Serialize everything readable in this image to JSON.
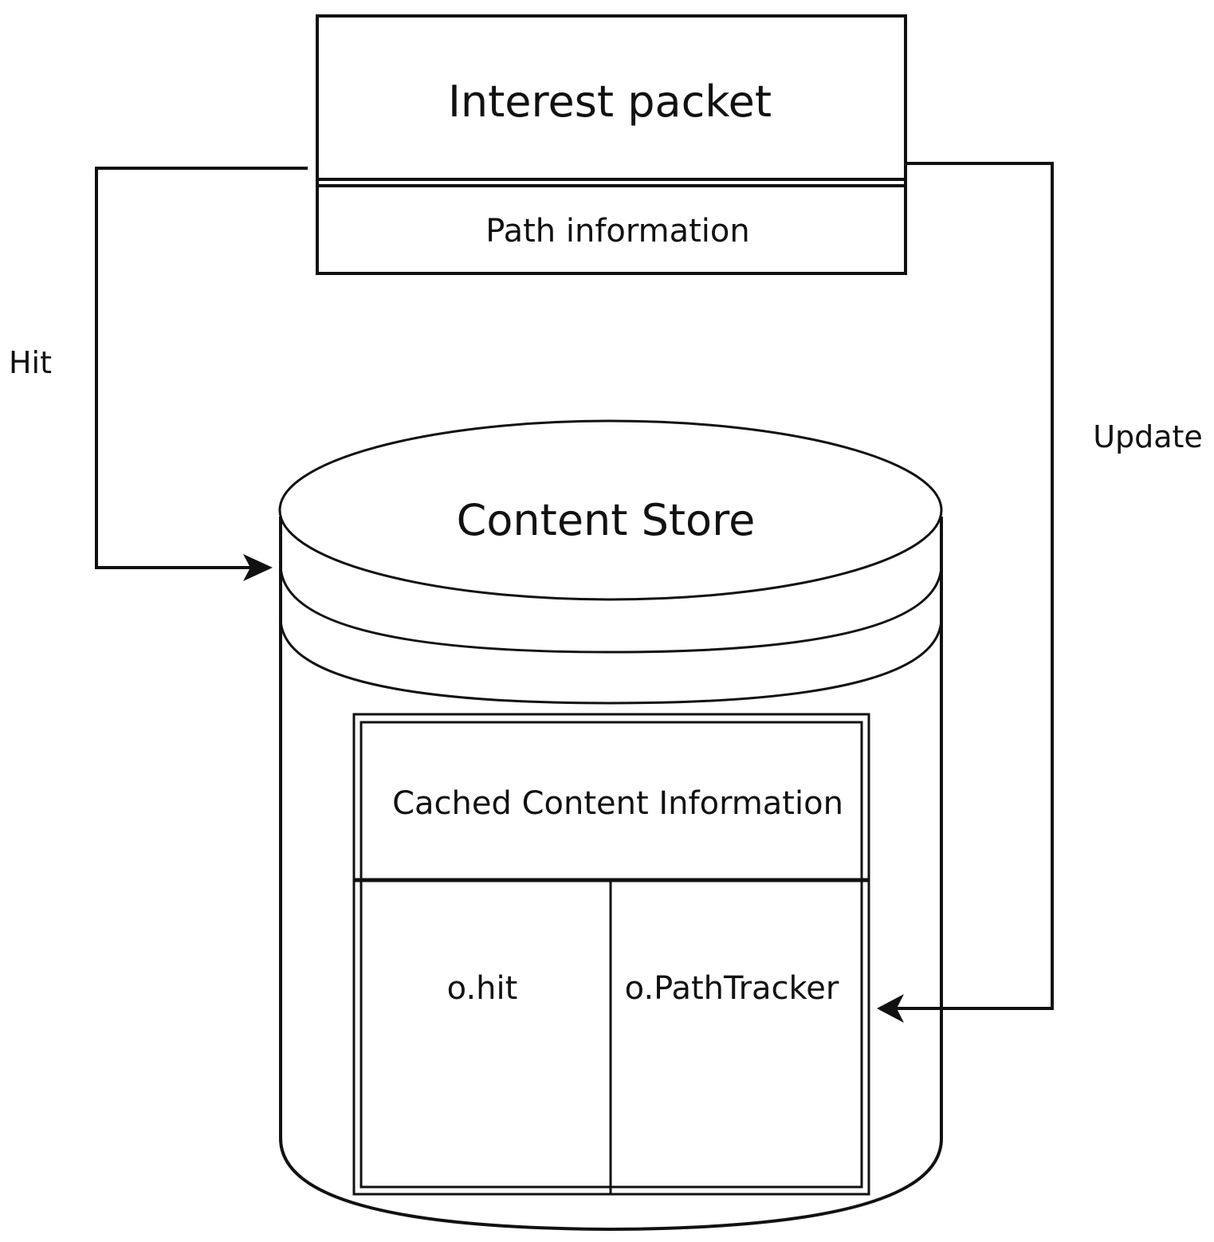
{
  "interest_packet": {
    "title": "Interest packet",
    "subtitle": "Path information"
  },
  "content_store": {
    "title": "Content Store",
    "table": {
      "header": "Cached Content Information",
      "col1": "o.hit",
      "col2": "o.PathTracker"
    }
  },
  "edges": {
    "hit_label": "Hit",
    "update_label": "Update"
  }
}
